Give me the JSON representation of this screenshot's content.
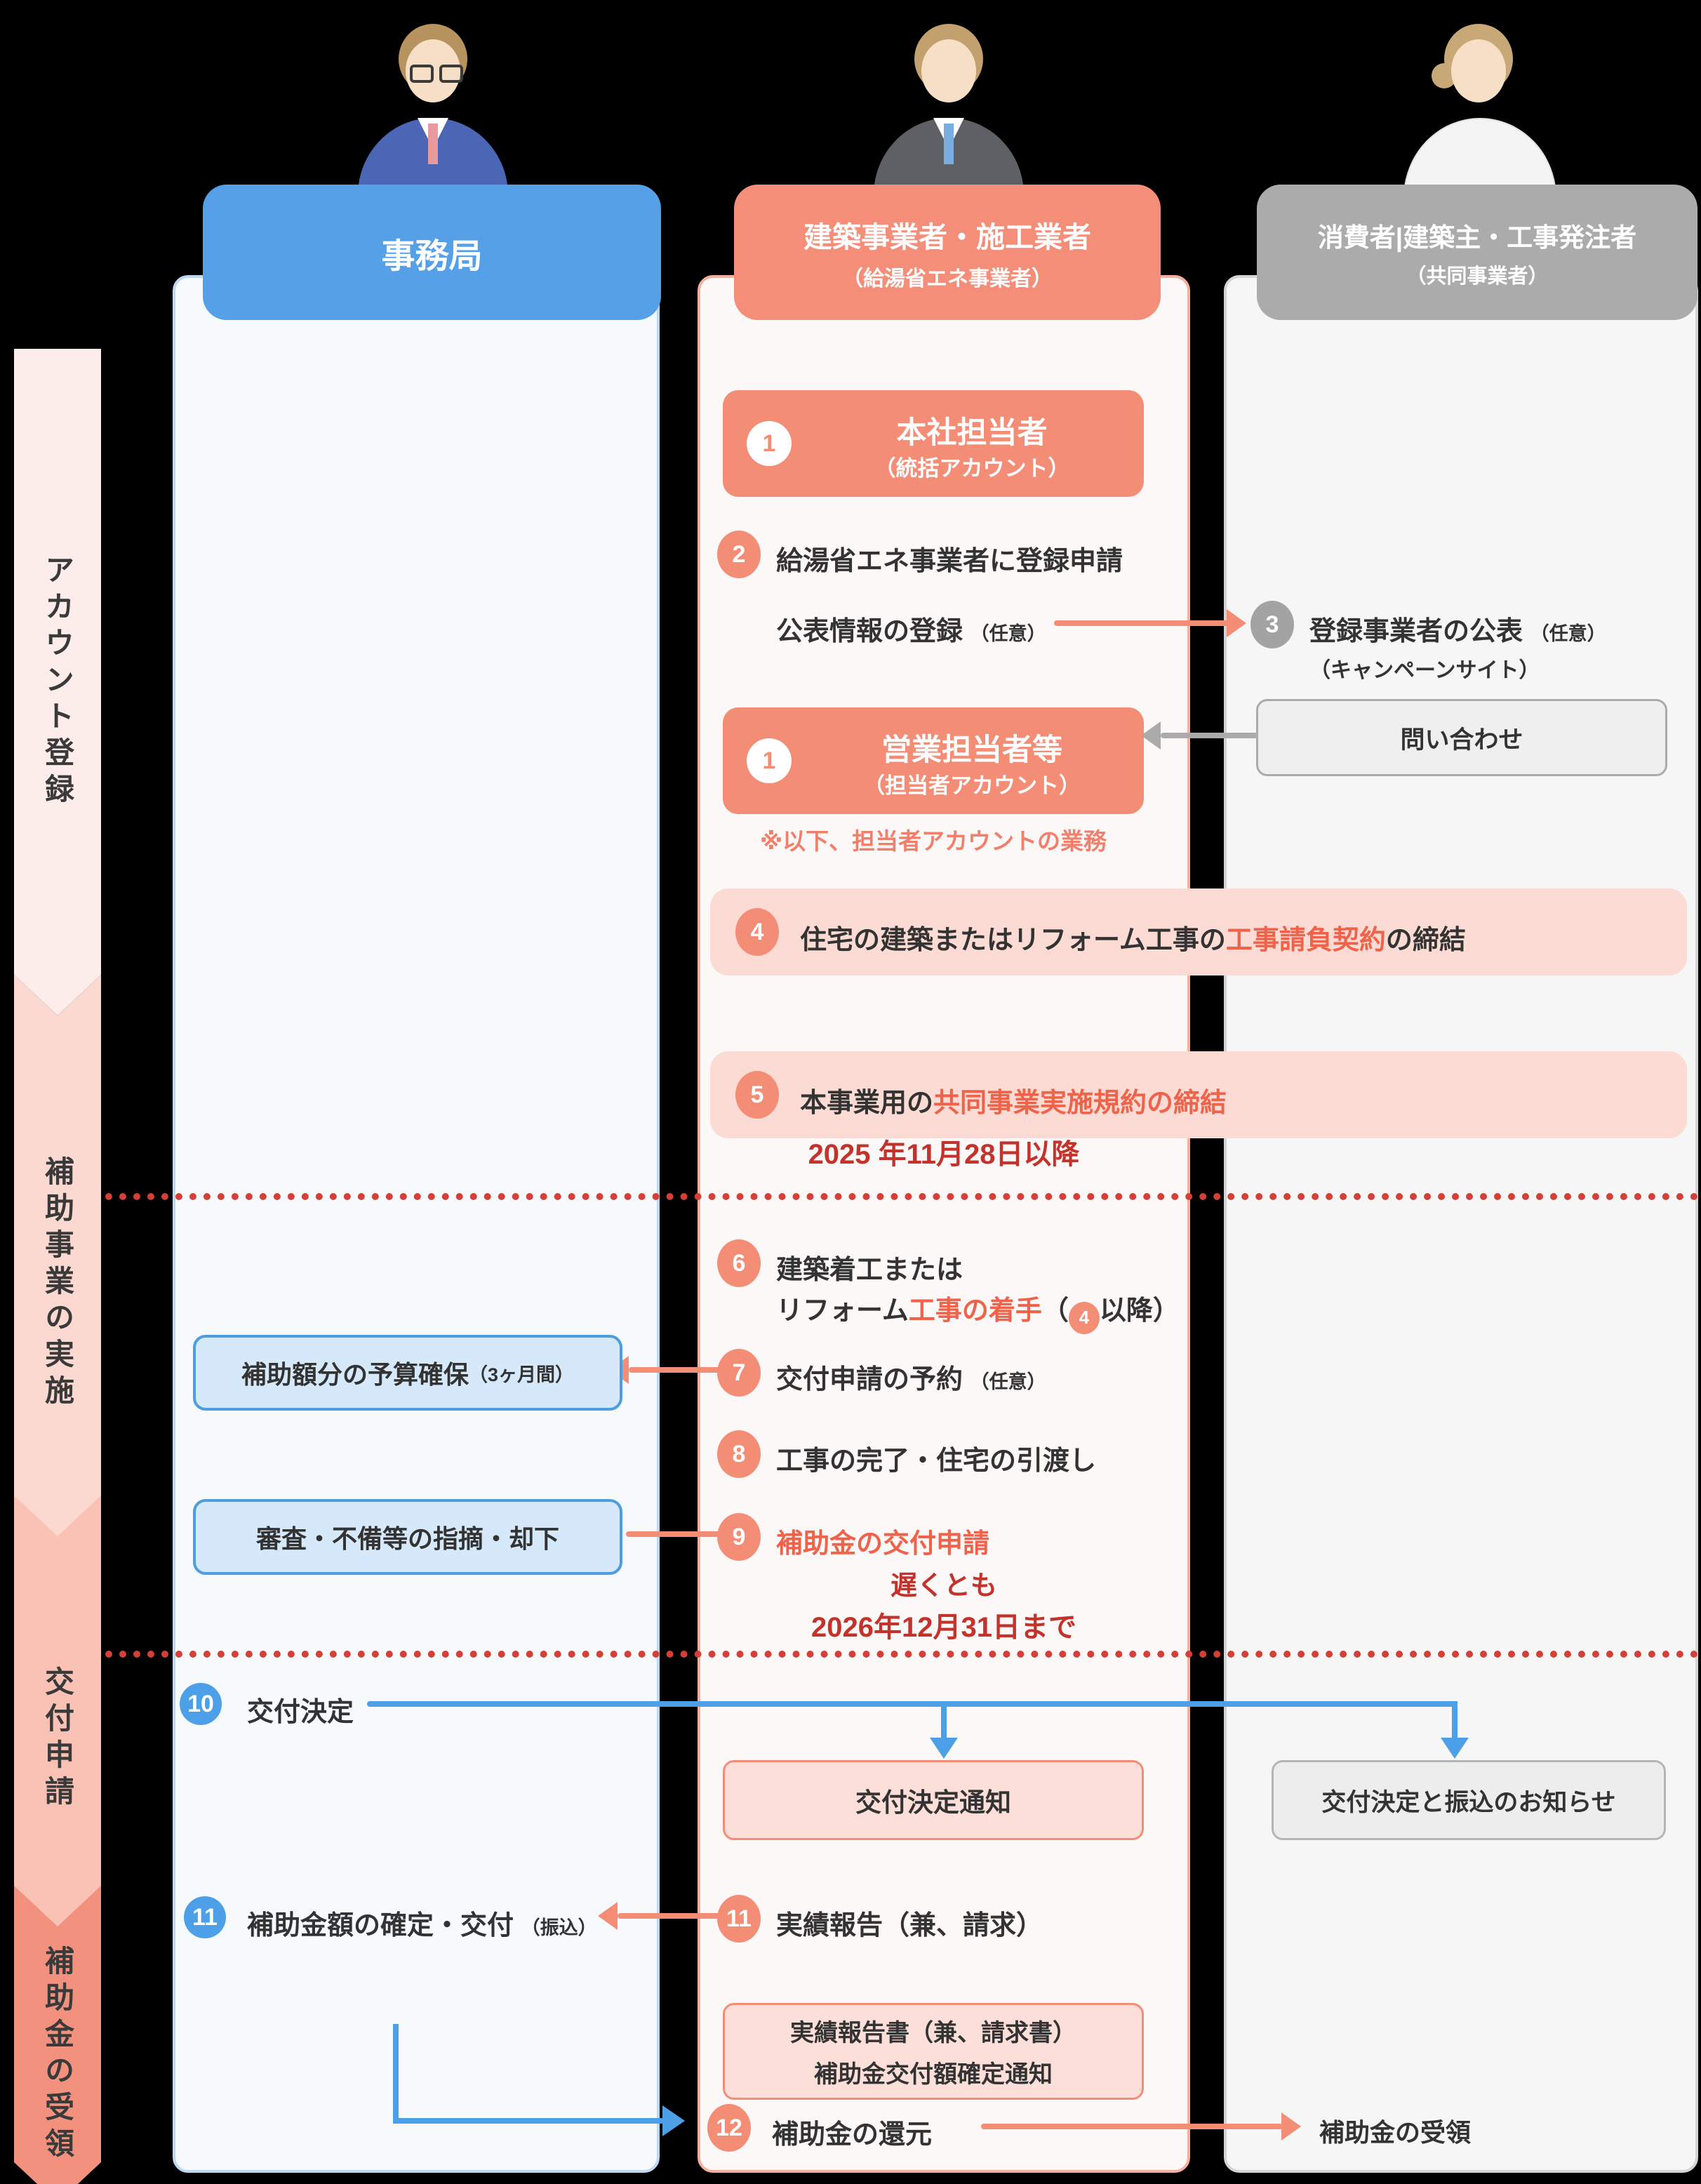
{
  "sidebar": {
    "stages": [
      {
        "label": "アカウント登録"
      },
      {
        "label": "補助事業の実施"
      },
      {
        "label": "交付申請"
      },
      {
        "label": "補助金の受領"
      }
    ]
  },
  "columns": {
    "left": {
      "title": "事務局"
    },
    "mid": {
      "title": "建築事業者・施工業者",
      "subtitle": "（給湯省エネ事業者）"
    },
    "right": {
      "title": "消費者|建築主・工事発注者",
      "subtitle": "（共同事業者）"
    }
  },
  "flow": {
    "box_hq": {
      "num": "1",
      "title": "本社担当者",
      "subtitle": "（統括アカウント）"
    },
    "s2": {
      "num": "2",
      "text": "給湯省エネ事業者に登録申請"
    },
    "pub": {
      "text": "公表情報の登録",
      "opt": "（任意）"
    },
    "s3": {
      "num": "3",
      "text": "登録事業者の公表",
      "opt": "（任意）",
      "sub": "（キャンペーンサイト）"
    },
    "inquiry": {
      "text": "問い合わせ"
    },
    "box_sales": {
      "num": "1",
      "title": "営業担当者等",
      "subtitle": "（担当者アカウント）"
    },
    "note": "※以下、担当者アカウントの業務",
    "s4": {
      "num": "4",
      "pre": "住宅の建築またはリフォーム工事の",
      "red": "工事請負契約",
      "post": "の締結"
    },
    "s5": {
      "num": "5",
      "pre": "本事業用の",
      "red": "共同事業実施規約の締結",
      "post": ""
    },
    "date1": "2025 年11月28日以降",
    "s6": {
      "num": "6",
      "line1": "建築着工または",
      "line2_pre": "リフォーム",
      "line2_red": "工事の着手",
      "open": "（",
      "badge": "4",
      "close": "以降）"
    },
    "s7": {
      "num": "7",
      "text": "交付申請の予約",
      "opt": "（任意）"
    },
    "box_budget": {
      "text": "補助額分の予算確保",
      "opt": "（3ヶ月間）"
    },
    "s8": {
      "num": "8",
      "text": "工事の完了・住宅の引渡し"
    },
    "s9": {
      "num": "9",
      "text": "補助金の交付申請"
    },
    "box_review": {
      "text": "審査・不備等の指摘・却下"
    },
    "deadline1": "遅くとも",
    "deadline2": "2026年12月31日まで",
    "s10": {
      "num": "10",
      "text": "交付決定"
    },
    "notice_mid": "交付決定通知",
    "notice_right": "交付決定と振込のお知らせ",
    "s11_left": {
      "num": "11",
      "text": "補助金額の確定・交付",
      "opt": "（振込）"
    },
    "s11_mid": {
      "num": "11",
      "text": "実績報告（兼、請求）"
    },
    "box_report": {
      "line1": "実績報告書（兼、請求書）",
      "line2": "補助金交付額確定通知"
    },
    "s12": {
      "num": "12",
      "text": "補助金の還元"
    },
    "receive": "補助金の受領"
  },
  "colors": {
    "accent_blue": "#4DA0E8",
    "accent_salmon": "#F48D76",
    "light_pink_box": "#FBDBD3",
    "dark_red_text": "#C3322B",
    "red_inline_text": "#F0634B",
    "gray": "#ABABAB",
    "stage_colors": [
      "#FDEDEA",
      "#FBD9D1",
      "#F9C2B5",
      "#F2917E"
    ]
  }
}
